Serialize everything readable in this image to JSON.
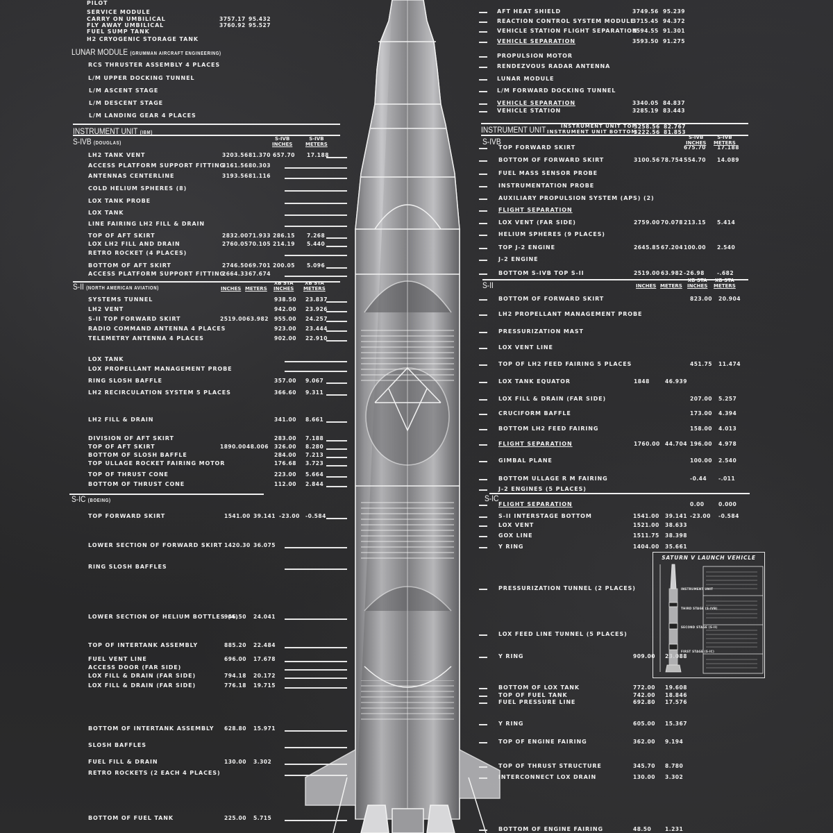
{
  "diagram": {
    "title": "Saturn V Launch Vehicle",
    "style": "chalkboard blueprint cutaway",
    "colors": {
      "background": "#2a2a2b",
      "ink": "#f0f0f0"
    }
  },
  "left": {
    "cm_rows": [
      {
        "label": "PILOT",
        "in": "",
        "m": ""
      },
      {
        "label": "SERVICE MODULE",
        "in": "",
        "m": ""
      },
      {
        "label": "CARRY ON UMBILICAL",
        "in": "3757.17",
        "m": "95.432"
      },
      {
        "label": "FLY AWAY UMBILICAL",
        "in": "3760.92",
        "m": "95.527"
      },
      {
        "label": "FUEL SUMP TANK",
        "in": "",
        "m": ""
      },
      {
        "label": "H2 CRYOGENIC STORAGE TANK",
        "in": "",
        "m": ""
      }
    ],
    "lunar_module": {
      "title": "LUNAR MODULE",
      "maker": "(GRUMMAN AIRCRAFT ENGINEERING)",
      "rows": [
        {
          "label": "RCS THRUSTER ASSEMBLY 4 PLACES"
        },
        {
          "label": "L/M UPPER DOCKING TUNNEL"
        },
        {
          "label": "L/M ASCENT STAGE"
        },
        {
          "label": "L/M DESCENT STAGE"
        },
        {
          "label": "L/M LANDING GEAR 4 PLACES"
        }
      ]
    },
    "instrument_unit": {
      "title": "INSTRUMENT UNIT",
      "maker": "(IBM)"
    },
    "s_ivb": {
      "title": "S-IVB",
      "maker": "(DOUGLAS)",
      "col1": [
        "S-IVB",
        "INCHES"
      ],
      "col2": [
        "S-IVB",
        "METERS"
      ],
      "rows": [
        {
          "label": "LH2 TANK VENT",
          "in": "3203.56",
          "m": "81.370",
          "sin": "657.70",
          "sm": "17.188"
        },
        {
          "label": "ACCESS PLATFORM SUPPORT FITTING",
          "in": "3161.56",
          "m": "80.303",
          "sin": "",
          "sm": ""
        },
        {
          "label": "ANTENNAS CENTERLINE",
          "in": "3193.56",
          "m": "81.116",
          "sin": "",
          "sm": ""
        },
        {
          "label": "COLD HELIUM SPHERES (8)",
          "in": "",
          "m": "",
          "sin": "",
          "sm": ""
        },
        {
          "label": "LOX TANK PROBE",
          "in": "",
          "m": "",
          "sin": "",
          "sm": ""
        },
        {
          "label": "LOX TANK",
          "in": "",
          "m": "",
          "sin": "",
          "sm": ""
        },
        {
          "label": "LINE FAIRING LH2 FILL & DRAIN",
          "in": "",
          "m": "",
          "sin": "",
          "sm": ""
        },
        {
          "label": "TOP OF AFT SKIRT",
          "in": "2832.00",
          "m": "71.933",
          "sin": "286.15",
          "sm": "7.268"
        },
        {
          "label": "LOX LH2 FILL AND DRAIN",
          "in": "2760.05",
          "m": "70.105",
          "sin": "214.19",
          "sm": "5.440"
        },
        {
          "label": "RETRO ROCKET (4 PLACES)",
          "in": "",
          "m": "",
          "sin": "",
          "sm": ""
        },
        {
          "label": "BOTTOM OF AFT SKIRT",
          "in": "2746.50",
          "m": "69.701",
          "sin": "200.05",
          "sm": "5.096"
        },
        {
          "label": "ACCESS PLATFORM SUPPORT FITTING",
          "in": "2664.33",
          "m": "67.674",
          "sin": "",
          "sm": ""
        }
      ]
    },
    "s_ii": {
      "title": "S-II",
      "maker": "(NORTH AMERICAN AVIATION)",
      "col0": [
        "INCHES"
      ],
      "col0b": [
        "METERS"
      ],
      "col1": [
        "XB STA",
        "INCHES"
      ],
      "col2": [
        "XB STA",
        "METERS"
      ],
      "rows": [
        {
          "label": "SYSTEMS TUNNEL",
          "in": "",
          "m": "",
          "sin": "938.50",
          "sm": "23.837"
        },
        {
          "label": "LH2 VENT",
          "in": "",
          "m": "",
          "sin": "942.00",
          "sm": "23.926"
        },
        {
          "label": "S-II TOP FORWARD SKIRT",
          "in": "2519.00",
          "m": "63.982",
          "sin": "955.00",
          "sm": "24.257"
        },
        {
          "label": "RADIO COMMAND ANTENNA 4 PLACES",
          "in": "",
          "m": "",
          "sin": "923.00",
          "sm": "23.444"
        },
        {
          "label": "TELEMETRY ANTENNA 4 PLACES",
          "in": "",
          "m": "",
          "sin": "902.00",
          "sm": "22.910"
        },
        {
          "label": "LOX TANK",
          "in": "",
          "m": "",
          "sin": "",
          "sm": ""
        },
        {
          "label": "LOX PROPELLANT MANAGEMENT PROBE",
          "in": "",
          "m": "",
          "sin": "",
          "sm": ""
        },
        {
          "label": "RING SLOSH BAFFLE",
          "in": "",
          "m": "",
          "sin": "357.00",
          "sm": "9.067"
        },
        {
          "label": "LH2 RECIRCULATION SYSTEM 5 PLACES",
          "in": "",
          "m": "",
          "sin": "366.60",
          "sm": "9.311"
        },
        {
          "label": "LH2 FILL & DRAIN",
          "in": "",
          "m": "",
          "sin": "341.00",
          "sm": "8.661"
        },
        {
          "label": "DIVISION OF AFT SKIRT",
          "in": "",
          "m": "",
          "sin": "283.00",
          "sm": "7.188"
        },
        {
          "label": "TOP OF AFT SKIRT",
          "in": "1890.00",
          "m": "48.006",
          "sin": "326.00",
          "sm": "8.280"
        },
        {
          "label": "BOTTOM OF SLOSH BAFFLE",
          "in": "",
          "m": "",
          "sin": "284.00",
          "sm": "7.213"
        },
        {
          "label": "TOP ULLAGE ROCKET FAIRING MOTOR",
          "in": "",
          "m": "",
          "sin": "176.68",
          "sm": "3.723"
        },
        {
          "label": "TOP OF THRUST CONE",
          "in": "",
          "m": "",
          "sin": "223.00",
          "sm": "5.664"
        },
        {
          "label": "BOTTOM OF THRUST CONE",
          "in": "",
          "m": "",
          "sin": "112.00",
          "sm": "2.844"
        }
      ]
    },
    "s_ic": {
      "title": "S-IC",
      "maker": "(BOEING)",
      "rows": [
        {
          "label": "TOP FORWARD SKIRT",
          "in": "1541.00",
          "m": "39.141",
          "sin": "-23.00",
          "sm": "-0.584"
        },
        {
          "label": "LOWER SECTION OF FORWARD SKIRT",
          "in": "1420.30",
          "m": "36.075",
          "sin": "",
          "sm": ""
        },
        {
          "label": "RING SLOSH BAFFLES",
          "in": "",
          "m": "",
          "sin": "",
          "sm": ""
        },
        {
          "label": "LOWER SECTION OF HELIUM BOTTLES (4)",
          "in": "946.50",
          "m": "24.041",
          "sin": "",
          "sm": ""
        },
        {
          "label": "TOP OF INTERTANK ASSEMBLY",
          "in": "885.20",
          "m": "22.484",
          "sin": "",
          "sm": ""
        },
        {
          "label": "FUEL VENT LINE",
          "in": "696.00",
          "m": "17.678",
          "sin": "",
          "sm": ""
        },
        {
          "label": "ACCESS DOOR (FAR SIDE)",
          "in": "",
          "m": "",
          "sin": "",
          "sm": ""
        },
        {
          "label": "LOX FILL & DRAIN (FAR SIDE)",
          "in": "794.18",
          "m": "20.172",
          "sin": "",
          "sm": ""
        },
        {
          "label": "LOX FILL & DRAIN (FAR SIDE)",
          "in": "776.18",
          "m": "19.715",
          "sin": "",
          "sm": ""
        },
        {
          "label": "BOTTOM OF INTERTANK ASSEMBLY",
          "in": "628.80",
          "m": "15.971",
          "sin": "",
          "sm": ""
        },
        {
          "label": "SLOSH BAFFLES",
          "in": "",
          "m": "",
          "sin": "",
          "sm": ""
        },
        {
          "label": "FUEL FILL & DRAIN",
          "in": "130.00",
          "m": "3.302",
          "sin": "",
          "sm": ""
        },
        {
          "label": "RETRO ROCKETS (2 EACH 4 PLACES)",
          "in": "",
          "m": "",
          "sin": "",
          "sm": ""
        },
        {
          "label": "BOTTOM OF FUEL TANK",
          "in": "225.00",
          "m": "5.715",
          "sin": "",
          "sm": ""
        }
      ]
    }
  },
  "right": {
    "cm_rows": [
      {
        "label": "AFT HEAT SHIELD",
        "in": "3749.56",
        "m": "95.239",
        "u": false
      },
      {
        "label": "REACTION CONTROL SYSTEM MODULE",
        "in": "3715.45",
        "m": "94.372",
        "u": false
      },
      {
        "label": "VEHICLE STATION FLIGHT SEPARATION",
        "in": "3594.55",
        "m": "91.301",
        "u": false
      },
      {
        "label": "VEHICLE SEPARATION",
        "in": "3593.50",
        "m": "91.275",
        "u": true
      },
      {
        "label": "PROPULSION MOTOR",
        "in": "",
        "m": "",
        "u": false
      },
      {
        "label": "RENDEZVOUS RADAR ANTENNA",
        "in": "",
        "m": "",
        "u": false
      },
      {
        "label": "LUNAR MODULE",
        "in": "",
        "m": "",
        "u": false
      },
      {
        "label": "L/M FORWARD DOCKING TUNNEL",
        "in": "",
        "m": "",
        "u": false
      },
      {
        "label": "VEHICLE SEPARATION",
        "in": "3340.05",
        "m": "84.837",
        "u": true
      },
      {
        "label": "VEHICLE STATION",
        "in": "3285.19",
        "m": "83.443",
        "u": false
      }
    ],
    "instrument_unit": {
      "title": "INSTRUMENT UNIT",
      "top_label": "INSTRUMENT UNIT TOP",
      "top_in": "3258.56",
      "top_m": "82.767",
      "bottom_label": "INSTRUMENT UNIT BOTTOM",
      "bottom_in": "3222.56",
      "bottom_m": "81.853"
    },
    "s_ivb": {
      "title": "S-IVB",
      "col1": [
        "S-IVB",
        "INCHES"
      ],
      "col2": [
        "S-IVB",
        "METERS"
      ],
      "rows": [
        {
          "label": "TOP FORWARD SKIRT",
          "in": "",
          "m": "",
          "sin": "675.70",
          "sm": "17.188",
          "u": false
        },
        {
          "label": "BOTTOM OF FORWARD SKIRT",
          "in": "3100.56",
          "m": "78.754",
          "sin": "554.70",
          "sm": "14.089",
          "u": false
        },
        {
          "label": "FUEL MASS SENSOR PROBE",
          "in": "",
          "m": "",
          "sin": "",
          "sm": "",
          "u": false
        },
        {
          "label": "INSTRUMENTATION PROBE",
          "in": "",
          "m": "",
          "sin": "",
          "sm": "",
          "u": false
        },
        {
          "label": "AUXILIARY PROPULSION SYSTEM (APS) (2)",
          "in": "",
          "m": "",
          "sin": "",
          "sm": "",
          "u": false
        },
        {
          "label": "FLIGHT SEPARATION",
          "in": "",
          "m": "",
          "sin": "",
          "sm": "",
          "u": true
        },
        {
          "label": "LOX VENT (FAR SIDE)",
          "in": "2759.00",
          "m": "70.078",
          "sin": "213.15",
          "sm": "5.414",
          "u": false
        },
        {
          "label": "HELIUM SPHERES (9 PLACES)",
          "in": "",
          "m": "",
          "sin": "",
          "sm": "",
          "u": false
        },
        {
          "label": "TOP J-2 ENGINE",
          "in": "2645.85",
          "m": "67.204",
          "sin": "100.00",
          "sm": "2.540",
          "u": false
        },
        {
          "label": "J-2 ENGINE",
          "in": "",
          "m": "",
          "sin": "",
          "sm": "",
          "u": false
        },
        {
          "label": "BOTTOM S-IVB TOP S-II",
          "in": "2519.00",
          "m": "63.982",
          "sin": "-26.98",
          "sm": "-.682",
          "u": false
        }
      ]
    },
    "s_ii": {
      "title": "S-II",
      "col0": [
        "INCHES"
      ],
      "col0b": [
        "METERS"
      ],
      "col1": [
        "XB STA",
        "INCHES"
      ],
      "col2": [
        "XB STA",
        "METERS"
      ],
      "rows": [
        {
          "label": "BOTTOM OF FORWARD SKIRT",
          "in": "",
          "m": "",
          "sin": "823.00",
          "sm": "20.904",
          "u": false
        },
        {
          "label": "LH2 PROPELLANT MANAGEMENT PROBE",
          "in": "",
          "m": "",
          "sin": "",
          "sm": "",
          "u": false
        },
        {
          "label": "PRESSURIZATION MAST",
          "in": "",
          "m": "",
          "sin": "",
          "sm": "",
          "u": false
        },
        {
          "label": "LOX VENT LINE",
          "in": "",
          "m": "",
          "sin": "",
          "sm": "",
          "u": false
        },
        {
          "label": "TOP OF LH2 FEED FAIRING 5 PLACES",
          "in": "",
          "m": "",
          "sin": "451.75",
          "sm": "11.474",
          "u": false
        },
        {
          "label": "LOX TANK EQUATOR",
          "in": "1848",
          "m": "46.939",
          "sin": "",
          "sm": "",
          "u": false
        },
        {
          "label": "LOX FILL & DRAIN (FAR SIDE)",
          "in": "",
          "m": "",
          "sin": "207.00",
          "sm": "5.257",
          "u": false
        },
        {
          "label": "CRUCIFORM BAFFLE",
          "in": "",
          "m": "",
          "sin": "173.00",
          "sm": "4.394",
          "u": false
        },
        {
          "label": "BOTTOM LH2 FEED FAIRING",
          "in": "",
          "m": "",
          "sin": "158.00",
          "sm": "4.013",
          "u": false
        },
        {
          "label": "FLIGHT SEPARATION",
          "in": "1760.00",
          "m": "44.704",
          "sin": "196.00",
          "sm": "4.978",
          "u": true
        },
        {
          "label": "GIMBAL PLANE",
          "in": "",
          "m": "",
          "sin": "100.00",
          "sm": "2.540",
          "u": false
        },
        {
          "label": "BOTTOM ULLAGE R M FAIRING",
          "in": "",
          "m": "",
          "sin": "-0.44",
          "sm": "-.011",
          "u": false
        },
        {
          "label": "J-2 ENGINES (5 PLACES)",
          "in": "",
          "m": "",
          "sin": "",
          "sm": "",
          "u": false
        }
      ]
    },
    "s_ic": {
      "title": "S-IC",
      "rows": [
        {
          "label": "FLIGHT SEPARATION",
          "in": "",
          "m": "",
          "sin": "0.00",
          "sm": "0.000",
          "u": true
        },
        {
          "label": "S-II INTERSTAGE BOTTOM",
          "in": "1541.00",
          "m": "39.141",
          "sin": "-23.00",
          "sm": "-0.584",
          "u": false
        },
        {
          "label": "LOX VENT",
          "in": "1521.00",
          "m": "38.633",
          "sin": "",
          "sm": "",
          "u": false
        },
        {
          "label": "GOX LINE",
          "in": "1511.75",
          "m": "38.398",
          "sin": "",
          "sm": "",
          "u": false
        },
        {
          "label": "Y RING",
          "in": "1404.00",
          "m": "35.661",
          "sin": "",
          "sm": "",
          "u": false
        },
        {
          "label": "PRESSURIZATION TUNNEL (2 PLACES)",
          "in": "",
          "m": "",
          "sin": "",
          "sm": "",
          "u": false
        },
        {
          "label": "LOX FEED LINE TUNNEL (5 PLACES)",
          "in": "",
          "m": "",
          "sin": "",
          "sm": "",
          "u": false
        },
        {
          "label": "Y RING",
          "in": "909.00",
          "m": "23.088",
          "sin": "",
          "sm": "",
          "u": false
        },
        {
          "label": "BOTTOM OF LOX TANK",
          "in": "772.00",
          "m": "19.608",
          "sin": "",
          "sm": "",
          "u": false
        },
        {
          "label": "TOP OF FUEL TANK",
          "in": "742.00",
          "m": "18.846",
          "sin": "",
          "sm": "",
          "u": false
        },
        {
          "label": "FUEL PRESSURE LINE",
          "in": "692.80",
          "m": "17.576",
          "sin": "",
          "sm": "",
          "u": false
        },
        {
          "label": "Y RING",
          "in": "605.00",
          "m": "15.367",
          "sin": "",
          "sm": "",
          "u": false
        },
        {
          "label": "TOP OF ENGINE FAIRING",
          "in": "362.00",
          "m": "9.194",
          "sin": "",
          "sm": "",
          "u": false
        },
        {
          "label": "TOP OF THRUST STRUCTURE",
          "in": "345.70",
          "m": "8.780",
          "sin": "",
          "sm": "",
          "u": false
        },
        {
          "label": "INTERCONNECT LOX DRAIN",
          "in": "130.00",
          "m": "3.302",
          "sin": "",
          "sm": "",
          "u": false
        },
        {
          "label": "BOTTOM OF ENGINE FAIRING",
          "in": "48.50",
          "m": "1.231",
          "sin": "",
          "sm": "",
          "u": false
        }
      ]
    }
  },
  "info_box": {
    "title": "SATURN V LAUNCH VEHICLE",
    "stage_labels": [
      "INSTRUMENT UNIT",
      "THIRD STAGE (S-IVB)",
      "SECOND STAGE (S-II)",
      "FIRST STAGE (S-IC)"
    ],
    "sections": [
      "FIRST STAGE (S-IC)",
      "SECOND STAGE (S-II)",
      "THIRD STAGE (S-IVB)",
      "INSTRUMENT UNIT"
    ]
  }
}
